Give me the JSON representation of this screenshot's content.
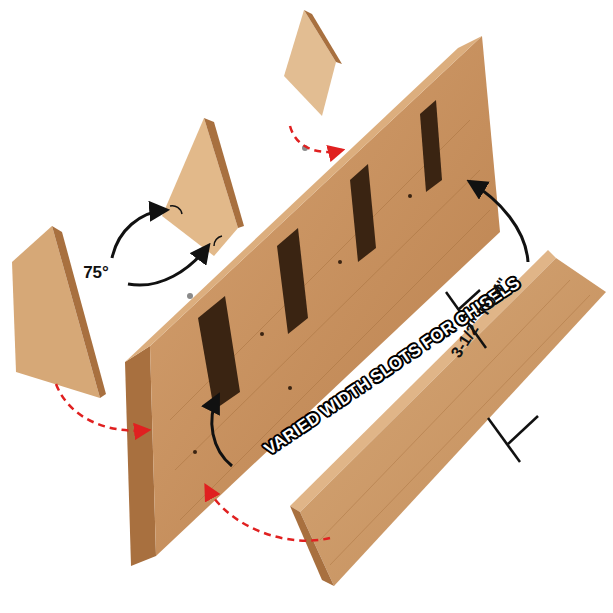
{
  "diagram": {
    "labels": [
      "75°",
      "VARIED WIDTH SLOTS FOR CHISELS",
      "3-1/2\" TO 4\""
    ]
  }
}
